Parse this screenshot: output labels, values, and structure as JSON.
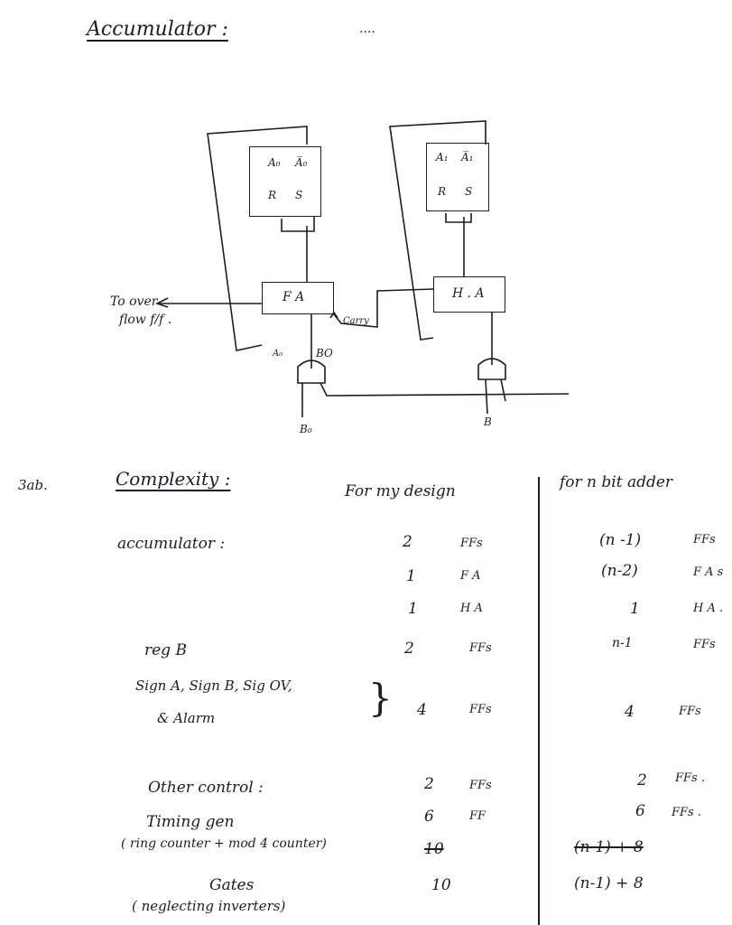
{
  "title": "Accumulator :",
  "dots": "....",
  "diagram": {
    "ff0": {
      "q": "A₀",
      "qbar": "A̅₀",
      "r": "R",
      "s": "S"
    },
    "ff1": {
      "q": "A₁",
      "qbar": "A̅₁",
      "r": "R",
      "s": "S"
    },
    "fa": "F A",
    "ha": "H . A",
    "overflow_line1": "To over",
    "overflow_line2": "flow f/f .",
    "carry": "Carry",
    "a0": "A₀",
    "b0_label": "BO",
    "b0_input": "B₀",
    "b_input": "B"
  },
  "section_label": "3ab.",
  "complexity_heading": "Complexity :",
  "col_design": "For my design",
  "col_nbit": "for n bit adder",
  "rows": [
    {
      "label": "accumulator :",
      "design": [
        {
          "n": "2",
          "u": "FFs"
        },
        {
          "n": "1",
          "u": "F A"
        },
        {
          "n": "1",
          "u": "H A"
        }
      ],
      "nbit": [
        {
          "n": "(n -1)",
          "u": "FFs"
        },
        {
          "n": "(n-2)",
          "u": "F A s"
        },
        {
          "n": "1",
          "u": "H A ."
        }
      ]
    },
    {
      "label": "reg B",
      "design": [
        {
          "n": "2",
          "u": "FFs"
        }
      ],
      "nbit": [
        {
          "n": "n-1",
          "u": "FFs"
        }
      ]
    },
    {
      "label": "Sign A, Sign B, Sig OV,",
      "label2": "& Alarm",
      "design": [
        {
          "n": "4",
          "u": "FFs"
        }
      ],
      "nbit": [
        {
          "n": "4",
          "u": "FFs"
        }
      ]
    },
    {
      "label": "Other control  :",
      "design": [
        {
          "n": "2",
          "u": "FFs"
        }
      ],
      "nbit": [
        {
          "n": "2",
          "u": "FFs ."
        }
      ]
    },
    {
      "label": "Timing gen",
      "label2": "( ring counter + mod 4 counter)",
      "design": [
        {
          "n": "6",
          "u": "FF"
        }
      ],
      "nbit": [
        {
          "n": "6",
          "u": "FFs ."
        }
      ],
      "design_struck": "10",
      "nbit_struck": "(n-1) + 8"
    },
    {
      "label": "Gates",
      "label2": "( neglecting inverters)",
      "design": [
        {
          "n": "10",
          "u": ""
        }
      ],
      "nbit": [
        {
          "n": "(n-1) + 8",
          "u": ""
        }
      ]
    }
  ]
}
